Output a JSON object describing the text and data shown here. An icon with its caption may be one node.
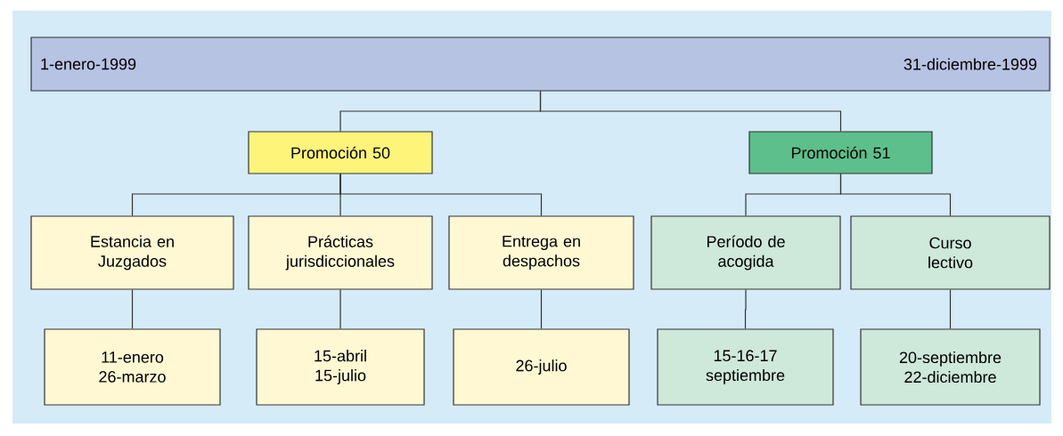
{
  "diagram": {
    "nodes": [
      {
        "text": [
          "1-enero-1999",
          "31-diciembre-1999"
        ]
      },
      {
        "text": [
          "Promoción 50"
        ]
      },
      {
        "text": [
          "Promoción 51"
        ]
      },
      {
        "text": [
          "Estancia en Juzgados"
        ]
      },
      {
        "text": [
          "Prácticas jurisdiccionales"
        ]
      },
      {
        "text": [
          "Entrega en despachos"
        ]
      },
      {
        "text": [
          "Período de acogida"
        ]
      },
      {
        "text": [
          "Curso lectivo"
        ]
      },
      {
        "text": [
          "11-enero 26-marzo"
        ]
      },
      {
        "text": [
          "15-abril 15-julio"
        ]
      },
      {
        "text": [
          "26-julio"
        ]
      },
      {
        "text": [
          "15-16-17 septiembre"
        ]
      },
      {
        "text": [
          "20-septiembre 22-diciembre"
        ]
      }
    ],
    "edges": [
      {
        "from": 0,
        "to": 1,
        "arrow": "none"
      },
      {
        "from": 0,
        "to": 2,
        "arrow": "none"
      },
      {
        "from": 1,
        "to": 3,
        "arrow": "none"
      },
      {
        "from": 1,
        "to": 4,
        "arrow": "none"
      },
      {
        "from": 1,
        "to": 5,
        "arrow": "none"
      },
      {
        "from": 2,
        "to": 6,
        "arrow": "none"
      },
      {
        "from": 2,
        "to": 7,
        "arrow": "none"
      },
      {
        "from": 3,
        "to": 8,
        "arrow": "none"
      },
      {
        "from": 4,
        "to": 9,
        "arrow": "none"
      },
      {
        "from": 5,
        "to": 10,
        "arrow": "none"
      },
      {
        "from": 6,
        "to": 11,
        "arrow": "none"
      },
      {
        "from": 7,
        "to": 12,
        "arrow": "none"
      }
    ]
  }
}
